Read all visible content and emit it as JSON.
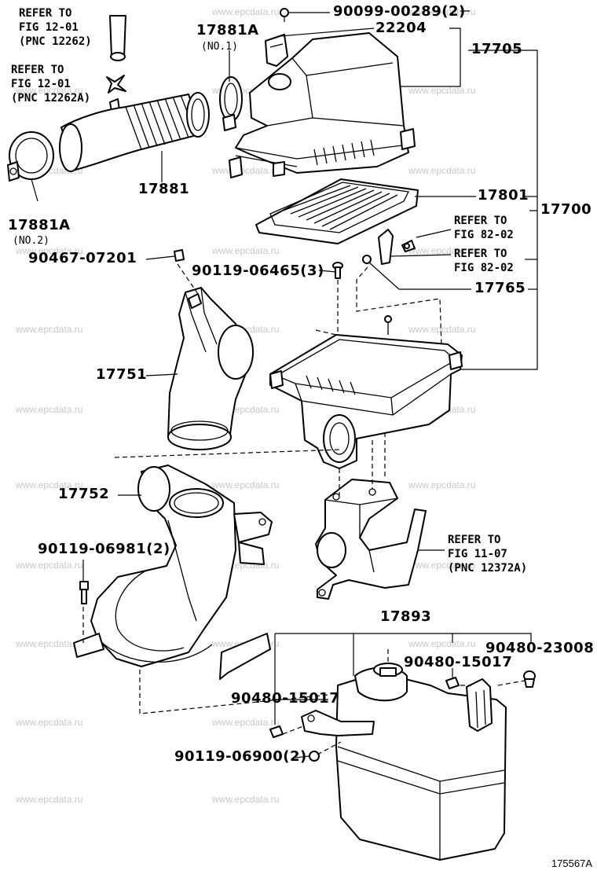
{
  "watermark": "www.epcdata.ru",
  "figure_id": "175567A",
  "labels": {
    "ref_1": [
      "REFER TO",
      "FIG 12-01",
      "(PNC 12262)"
    ],
    "ref_2": [
      "REFER TO",
      "FIG 12-01",
      "(PNC 12262A)"
    ],
    "p_17881A_no1": "17881A",
    "p_17881A_no1_sub": "(NO.1)",
    "p_90099": "90099-00289(2)",
    "p_22204": "22204",
    "p_17705": "17705",
    "p_17881": "17881",
    "p_17881A_no2": "17881A",
    "p_17881A_no2_sub": "(NO.2)",
    "p_17801": "17801",
    "p_17700": "17700",
    "ref_3": [
      "REFER TO",
      "FIG 82-02"
    ],
    "ref_4": [
      "REFER TO",
      "FIG 82-02"
    ],
    "p_90467": "90467-07201",
    "p_90119_06465": "90119-06465(3)",
    "p_17765": "17765",
    "p_17751": "17751",
    "p_17752": "17752",
    "p_90119_06981": "90119-06981(2)",
    "ref_5": [
      "REFER TO",
      "FIG 11-07",
      "(PNC 12372A)"
    ],
    "p_17893": "17893",
    "p_90480_23008": "90480-23008",
    "p_90480_15017_a": "90480-15017",
    "p_90480_15017_b": "90480-15017",
    "p_90119_06900": "90119-06900(2)"
  }
}
